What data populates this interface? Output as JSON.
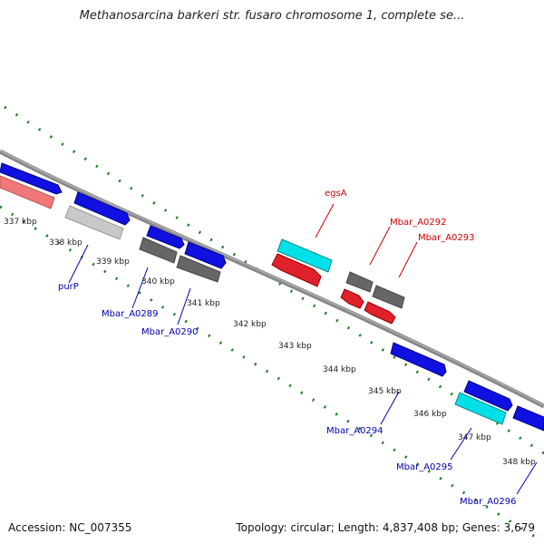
{
  "title": "Methanosarcina barkeri str. fusaro chromosome 1, complete se...",
  "footer": {
    "accession": "Accession: NC_007355",
    "topology": "Topology: circular; Length: 4,837,408 bp; Genes: 3,679"
  },
  "colors": {
    "forward_cds": "#1010e0",
    "reverse_cds": "#e0202a",
    "gray_feature": "#666666",
    "cyan_feature": "#00e0e8",
    "pink_feature": "#f07878",
    "light_gray_feature": "#c8c8c8",
    "tick_green": "#1a7a1a",
    "backbone": "#888888",
    "label_blue": "#0000aa",
    "label_red": "#cc0000"
  },
  "ticks": [
    "337 kbp",
    "338 kbp",
    "339 kbp",
    "340 kbp",
    "341 kbp",
    "342 kbp",
    "343 kbp",
    "344 kbp",
    "345 kbp",
    "346 kbp",
    "347 kbp",
    "348 kbp"
  ],
  "gene_labels": {
    "purP": "purP",
    "a0289": "Mbar_A0289",
    "a0290": "Mbar_A0290",
    "egsA": "egsA",
    "a0292": "Mbar_A0292",
    "a0293": "Mbar_A0293",
    "a0294": "Mbar_A0294",
    "a0295": "Mbar_A0295",
    "a0296": "Mbar_A0296"
  }
}
